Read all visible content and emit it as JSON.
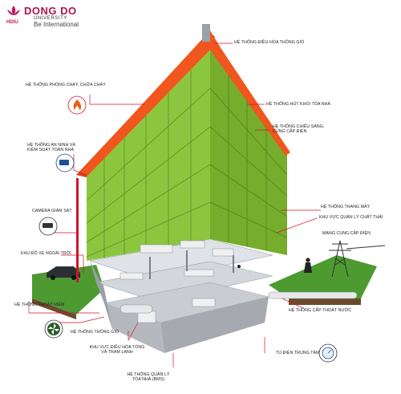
{
  "logo": {
    "abbr": "HDIU",
    "name": "DONG DO",
    "sub": "UNIVERSITY",
    "slogan": "Be International"
  },
  "labels": {
    "hvac": "Hệ thống điều hòa thông gió",
    "fire": "Hệ thống phòng cháy, chữa cháy",
    "smoke": "Hệ thống hút khói tòa nhà",
    "lighting_1": "Hệ thống chiếu sáng,",
    "lighting_2": "cung cấp điện",
    "security_1": "Hệ thống an ninh và",
    "security_2": "kiểm soát toàn nhà",
    "camera": "Camera giám sát",
    "parking": "Khu đỗ xe ngoài trời",
    "elevator": "Hệ thống thang máy",
    "waste": "Khu vực quản lý chất thải",
    "grid": "Mạng cung cấp điện",
    "drainage": "Hệ thống thoát hiểm",
    "ventilation": "Hệ thống thông gió",
    "water": "Hệ thống cấp thoát nước",
    "chiller_1": "Khu vực điều hòa tổng",
    "chiller_2": "và trạm lạnh",
    "switchboard": "Tủ điện trung tâm",
    "bms_1": "Hệ thống quản lý",
    "bms_2": "tòa nhà (BMS)"
  },
  "colors": {
    "facade": "#8cc63f",
    "facade_dark": "#76ad2c",
    "roof": "#f0561d",
    "roof_dark": "#d9441a",
    "concrete": "#c9ccd1",
    "grass": "#3f8a2a",
    "soil": "#6b4a2b",
    "leader": "#d0142c"
  }
}
